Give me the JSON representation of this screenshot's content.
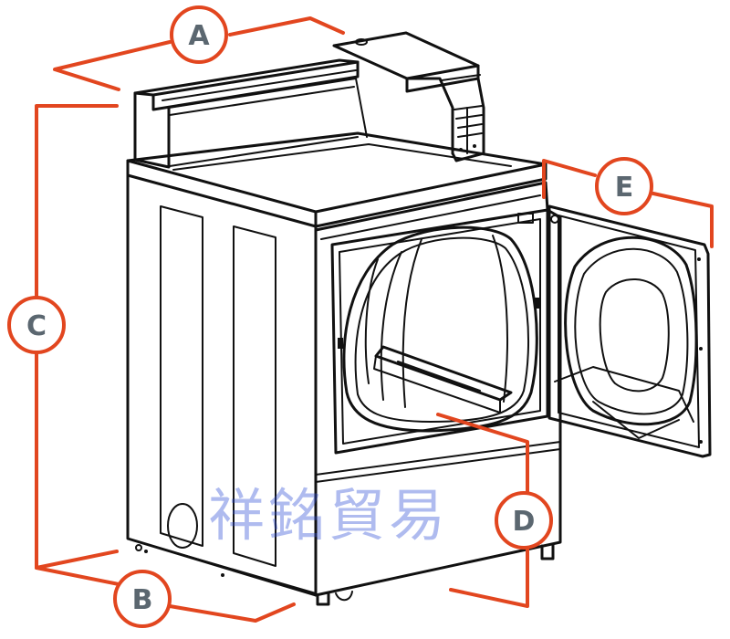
{
  "callouts": [
    {
      "id": "A",
      "label": "A"
    },
    {
      "id": "B",
      "label": "B"
    },
    {
      "id": "C",
      "label": "C"
    },
    {
      "id": "D",
      "label": "D"
    },
    {
      "id": "E",
      "label": "E"
    }
  ],
  "watermark": "祥銘貿易",
  "colors": {
    "dimension": "#e2461f",
    "label": "#5b6770",
    "outline": "#111111",
    "watermark": "#2f4fd6"
  }
}
